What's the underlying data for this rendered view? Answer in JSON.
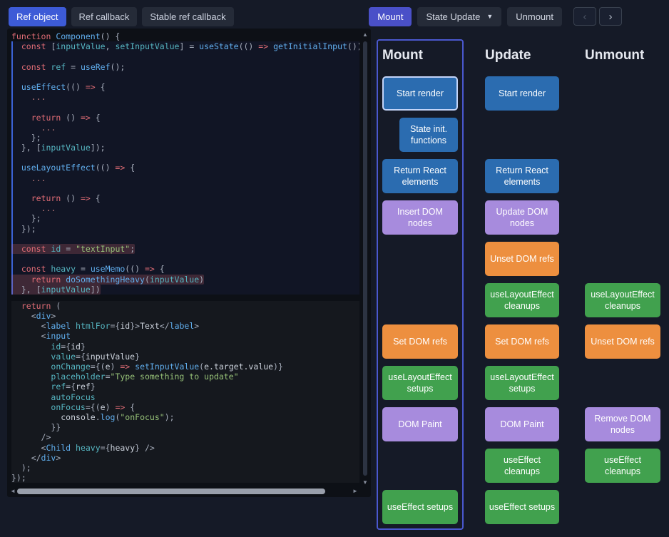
{
  "toolbar": {
    "tabs": [
      {
        "label": "Ref object",
        "active": true
      },
      {
        "label": "Ref callback",
        "active": false
      },
      {
        "label": "Stable ref callback",
        "active": false
      }
    ],
    "mount_label": "Mount",
    "state_update_label": "State Update",
    "dropdown_caret": "▼",
    "unmount_label": "Unmount",
    "prev_icon": "‹",
    "next_icon": "›"
  },
  "editor": {
    "syntax": {
      "keyword": "#e06c75",
      "function": "#61afef",
      "variable": "#56b6c2",
      "string": "#98c379",
      "plain": "#a6adbb",
      "dim": "#bd7b7b",
      "text": "#ccd2dc",
      "highlight_bg": "rgba(224,108,117,0.22)",
      "section_border": "#3c63d8"
    },
    "sections": [
      {
        "type": "sec-plain",
        "lines": [
          {
            "t": [
              [
                "k",
                "function"
              ],
              [
                "p",
                " "
              ],
              [
                "f",
                "Component"
              ],
              [
                "p",
                "() {"
              ]
            ]
          }
        ]
      },
      {
        "type": "sec-hooks",
        "lines": [
          {
            "t": [
              [
                "p",
                "  "
              ],
              [
                "k",
                "const"
              ],
              [
                "p",
                " ["
              ],
              [
                "v",
                "inputValue"
              ],
              [
                "p",
                ", "
              ],
              [
                "v",
                "setInputValue"
              ],
              [
                "p",
                "] = "
              ],
              [
                "f",
                "useState"
              ],
              [
                "p",
                "(() "
              ],
              [
                "k",
                "=>"
              ],
              [
                "p",
                " "
              ],
              [
                "f",
                "getInitialInput"
              ],
              [
                "p",
                "());"
              ]
            ]
          },
          {
            "t": []
          },
          {
            "t": [
              [
                "p",
                "  "
              ],
              [
                "k",
                "const"
              ],
              [
                "p",
                " "
              ],
              [
                "v",
                "ref"
              ],
              [
                "p",
                " = "
              ],
              [
                "f",
                "useRef"
              ],
              [
                "p",
                "();"
              ]
            ]
          },
          {
            "t": []
          },
          {
            "t": [
              [
                "p",
                "  "
              ],
              [
                "f",
                "useEffect"
              ],
              [
                "p",
                "(() "
              ],
              [
                "k",
                "=>"
              ],
              [
                "p",
                " {"
              ]
            ]
          },
          {
            "t": [
              [
                "p",
                "    "
              ],
              [
                "d",
                "..."
              ]
            ]
          },
          {
            "t": []
          },
          {
            "t": [
              [
                "p",
                "    "
              ],
              [
                "k",
                "return"
              ],
              [
                "p",
                " () "
              ],
              [
                "k",
                "=>"
              ],
              [
                "p",
                " {"
              ]
            ]
          },
          {
            "t": [
              [
                "p",
                "      "
              ],
              [
                "d",
                "..."
              ]
            ]
          },
          {
            "t": [
              [
                "p",
                "    };"
              ]
            ]
          },
          {
            "t": [
              [
                "p",
                "  }, ["
              ],
              [
                "v",
                "inputValue"
              ],
              [
                "p",
                "]);"
              ]
            ]
          },
          {
            "t": []
          },
          {
            "t": [
              [
                "p",
                "  "
              ],
              [
                "f",
                "useLayoutEffect"
              ],
              [
                "p",
                "(() "
              ],
              [
                "k",
                "=>"
              ],
              [
                "p",
                " {"
              ]
            ]
          },
          {
            "t": [
              [
                "p",
                "    "
              ],
              [
                "d",
                "..."
              ]
            ]
          },
          {
            "t": []
          },
          {
            "t": [
              [
                "p",
                "    "
              ],
              [
                "k",
                "return"
              ],
              [
                "p",
                " () "
              ],
              [
                "k",
                "=>"
              ],
              [
                "p",
                " {"
              ]
            ]
          },
          {
            "t": [
              [
                "p",
                "      "
              ],
              [
                "d",
                "..."
              ]
            ]
          },
          {
            "t": [
              [
                "p",
                "    };"
              ]
            ]
          },
          {
            "t": [
              [
                "p",
                "  });"
              ]
            ]
          },
          {
            "t": []
          },
          {
            "hl": true,
            "t": [
              [
                "p",
                "  "
              ],
              [
                "k",
                "const"
              ],
              [
                "p",
                " "
              ],
              [
                "v",
                "id"
              ],
              [
                "p",
                " = "
              ],
              [
                "s",
                "\"textInput\""
              ],
              [
                "p",
                ";"
              ]
            ]
          },
          {
            "t": []
          },
          {
            "t": [
              [
                "p",
                "  "
              ],
              [
                "k",
                "const"
              ],
              [
                "p",
                " "
              ],
              [
                "v",
                "heavy"
              ],
              [
                "p",
                " = "
              ],
              [
                "f",
                "useMemo"
              ],
              [
                "p",
                "(() "
              ],
              [
                "k",
                "=>"
              ],
              [
                "p",
                " {"
              ]
            ]
          },
          {
            "hl": true,
            "t": [
              [
                "p",
                "    "
              ],
              [
                "k",
                "return"
              ],
              [
                "p",
                " "
              ],
              [
                "f",
                "doSomethingHeavy"
              ],
              [
                "p",
                "("
              ],
              [
                "v",
                "inputValue"
              ],
              [
                "p",
                ")"
              ]
            ]
          },
          {
            "hl": true,
            "t": [
              [
                "p",
                "  }, ["
              ],
              [
                "v",
                "inputValue"
              ],
              [
                "p",
                "])"
              ]
            ]
          }
        ]
      },
      {
        "type": "sec-jsx",
        "lines": [
          {
            "t": [
              [
                "p",
                "  "
              ],
              [
                "k",
                "return"
              ],
              [
                "p",
                " ("
              ]
            ]
          },
          {
            "t": [
              [
                "p",
                "    <"
              ],
              [
                "f",
                "div"
              ],
              [
                "p",
                ">"
              ]
            ]
          },
          {
            "t": [
              [
                "p",
                "      <"
              ],
              [
                "f",
                "label"
              ],
              [
                "p",
                " "
              ],
              [
                "v",
                "htmlFor"
              ],
              [
                "p",
                "={"
              ],
              [
                "w",
                "id"
              ],
              [
                "p",
                "}>"
              ],
              [
                "w",
                "Text"
              ],
              [
                "p",
                "</"
              ],
              [
                "f",
                "label"
              ],
              [
                "p",
                ">"
              ]
            ]
          },
          {
            "t": [
              [
                "p",
                "      <"
              ],
              [
                "f",
                "input"
              ]
            ]
          },
          {
            "t": [
              [
                "p",
                "        "
              ],
              [
                "v",
                "id"
              ],
              [
                "p",
                "={"
              ],
              [
                "w",
                "id"
              ],
              [
                "p",
                "}"
              ]
            ]
          },
          {
            "t": [
              [
                "p",
                "        "
              ],
              [
                "v",
                "value"
              ],
              [
                "p",
                "={"
              ],
              [
                "w",
                "inputValue"
              ],
              [
                "p",
                "}"
              ]
            ]
          },
          {
            "t": [
              [
                "p",
                "        "
              ],
              [
                "v",
                "onChange"
              ],
              [
                "p",
                "={("
              ],
              [
                "w",
                "e"
              ],
              [
                "p",
                ") "
              ],
              [
                "k",
                "=>"
              ],
              [
                "p",
                " "
              ],
              [
                "f",
                "setInputValue"
              ],
              [
                "p",
                "("
              ],
              [
                "w",
                "e.target.value"
              ],
              [
                "p",
                ")}"
              ]
            ]
          },
          {
            "t": [
              [
                "p",
                "        "
              ],
              [
                "v",
                "placeholder"
              ],
              [
                "p",
                "="
              ],
              [
                "s",
                "\"Type something to update\""
              ]
            ]
          },
          {
            "t": [
              [
                "p",
                "        "
              ],
              [
                "v",
                "ref"
              ],
              [
                "p",
                "={"
              ],
              [
                "w",
                "ref"
              ],
              [
                "p",
                "}"
              ]
            ]
          },
          {
            "t": [
              [
                "p",
                "        "
              ],
              [
                "v",
                "autoFocus"
              ]
            ]
          },
          {
            "t": [
              [
                "p",
                "        "
              ],
              [
                "v",
                "onFocus"
              ],
              [
                "p",
                "={("
              ],
              [
                "w",
                "e"
              ],
              [
                "p",
                ") "
              ],
              [
                "k",
                "=>"
              ],
              [
                "p",
                " {"
              ]
            ]
          },
          {
            "t": [
              [
                "p",
                "          "
              ],
              [
                "w",
                "console"
              ],
              [
                "p",
                "."
              ],
              [
                "f",
                "log"
              ],
              [
                "p",
                "("
              ],
              [
                "s",
                "\"onFocus\""
              ],
              [
                "p",
                ");"
              ]
            ]
          },
          {
            "t": [
              [
                "p",
                "        }}"
              ]
            ]
          },
          {
            "t": [
              [
                "p",
                "      />"
              ]
            ]
          },
          {
            "t": [
              [
                "p",
                "      <"
              ],
              [
                "f",
                "Child"
              ],
              [
                "p",
                " "
              ],
              [
                "v",
                "heavy"
              ],
              [
                "p",
                "={"
              ],
              [
                "w",
                "heavy"
              ],
              [
                "p",
                "} />"
              ]
            ]
          },
          {
            "t": [
              [
                "p",
                "    </"
              ],
              [
                "f",
                "div"
              ],
              [
                "p",
                ">"
              ]
            ]
          },
          {
            "t": [
              [
                "p",
                "  );"
              ]
            ]
          },
          {
            "t": [
              [
                "p",
                "});"
              ]
            ]
          }
        ]
      }
    ]
  },
  "lifecycle": {
    "colors": {
      "blue": "#2b6cb0",
      "purple": "#a78bdd",
      "orange": "#ed8f3f",
      "green": "#41a14e",
      "active_outline": "#c3d4f8",
      "mount_border": "#4a58cf",
      "accent": "#3d5bd7",
      "accent_secondary": "#4a50c8"
    },
    "columns": [
      {
        "id": "mount",
        "title": "Mount",
        "bordered": true
      },
      {
        "id": "update",
        "title": "Update",
        "bordered": false
      },
      {
        "id": "unmount",
        "title": "Unmount",
        "bordered": false
      }
    ],
    "rows": [
      {
        "mount": {
          "label": "Start render",
          "color": "blue",
          "active": true
        },
        "update": {
          "label": "Start render",
          "color": "blue"
        }
      },
      {
        "mount": {
          "label": "State init. functions",
          "color": "blue",
          "indent": true
        }
      },
      {
        "mount": {
          "label": "Return React elements",
          "color": "blue"
        },
        "update": {
          "label": "Return React elements",
          "color": "blue"
        }
      },
      {
        "mount": {
          "label": "Insert DOM nodes",
          "color": "purple"
        },
        "update": {
          "label": "Update DOM nodes",
          "color": "purple"
        }
      },
      {
        "update": {
          "label": "Unset DOM refs",
          "color": "orange"
        }
      },
      {
        "update": {
          "label": "useLayoutEffect cleanups",
          "color": "green"
        },
        "unmount": {
          "label": "useLayoutEffect cleanups",
          "color": "green"
        }
      },
      {
        "mount": {
          "label": "Set DOM refs",
          "color": "orange"
        },
        "update": {
          "label": "Set DOM refs",
          "color": "orange"
        },
        "unmount": {
          "label": "Unset DOM refs",
          "color": "orange"
        }
      },
      {
        "mount": {
          "label": "useLayoutEffect setups",
          "color": "green"
        },
        "update": {
          "label": "useLayoutEffect setups",
          "color": "green"
        }
      },
      {
        "mount": {
          "label": "DOM Paint",
          "color": "purple"
        },
        "update": {
          "label": "DOM Paint",
          "color": "purple"
        },
        "unmount": {
          "label": "Remove DOM nodes",
          "color": "purple"
        }
      },
      {
        "update": {
          "label": "useEffect cleanups",
          "color": "green"
        },
        "unmount": {
          "label": "useEffect cleanups",
          "color": "green"
        }
      },
      {
        "mount": {
          "label": "useEffect setups",
          "color": "green"
        },
        "update": {
          "label": "useEffect setups",
          "color": "green"
        }
      }
    ]
  }
}
